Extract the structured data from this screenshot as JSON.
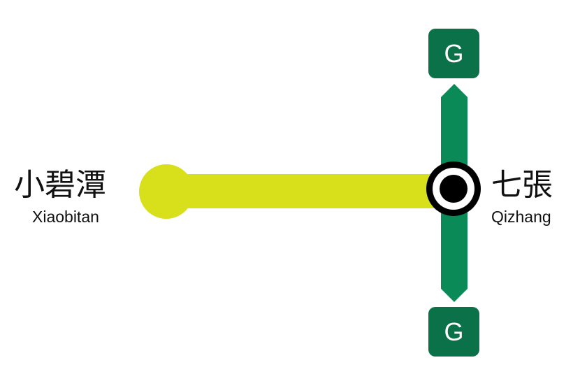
{
  "stations": {
    "xiaobitan": {
      "name_zh": "小碧潭",
      "name_en": "Xiaobitan"
    },
    "qizhang": {
      "name_zh": "七張",
      "name_en": "Qizhang"
    }
  },
  "lines": {
    "green": {
      "badge_top": "G",
      "badge_bottom": "G",
      "color": "#0a8a57",
      "badge_color": "#0a7148"
    },
    "branch": {
      "color": "#d7e01b"
    }
  },
  "colors": {
    "station_ring": "#000000",
    "station_fill": "#ffffff"
  }
}
